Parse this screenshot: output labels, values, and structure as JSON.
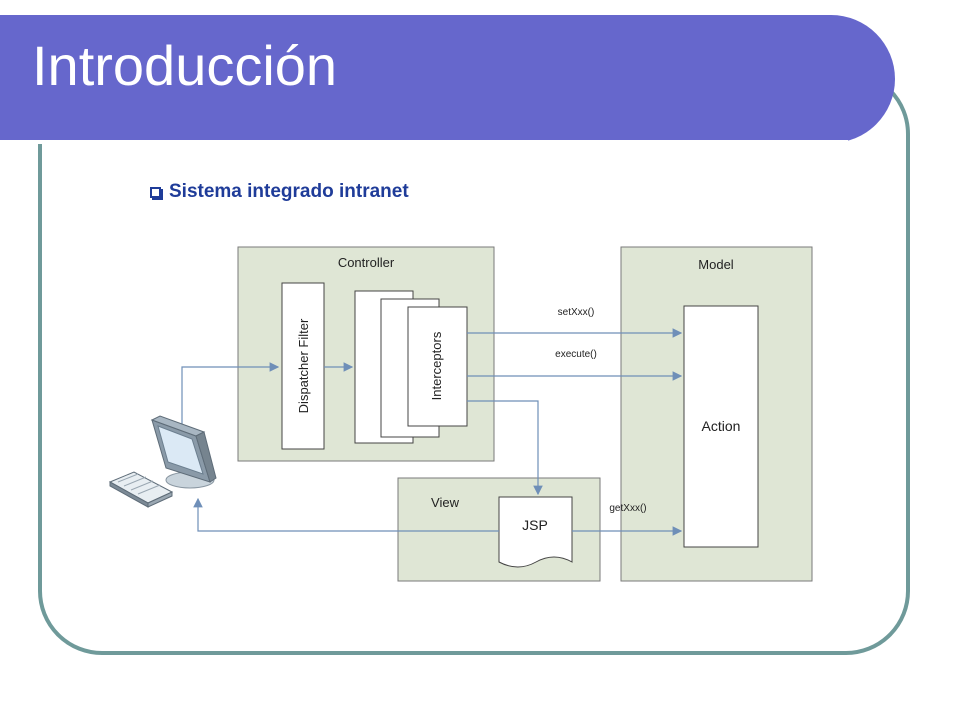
{
  "slide": {
    "title": "Introducción",
    "bullet": "Sistema integrado intranet"
  },
  "diagram": {
    "controller_label": "Controller",
    "dispatcher_label": "Dispatcher Filter",
    "interceptors_label": "Interceptors",
    "model_label": "Model",
    "action_label": "Action",
    "view_label": "View",
    "jsp_label": "JSP",
    "set_label": "setXxx()",
    "execute_label": "execute()",
    "get_label": "getXxx()"
  },
  "colors": {
    "title_bar": "#6667cc",
    "frame_border": "#6f9a9a",
    "box_fill": "#dfe6d5",
    "arrow": "#6f8fb8",
    "bullet_text": "#1f3c99"
  }
}
